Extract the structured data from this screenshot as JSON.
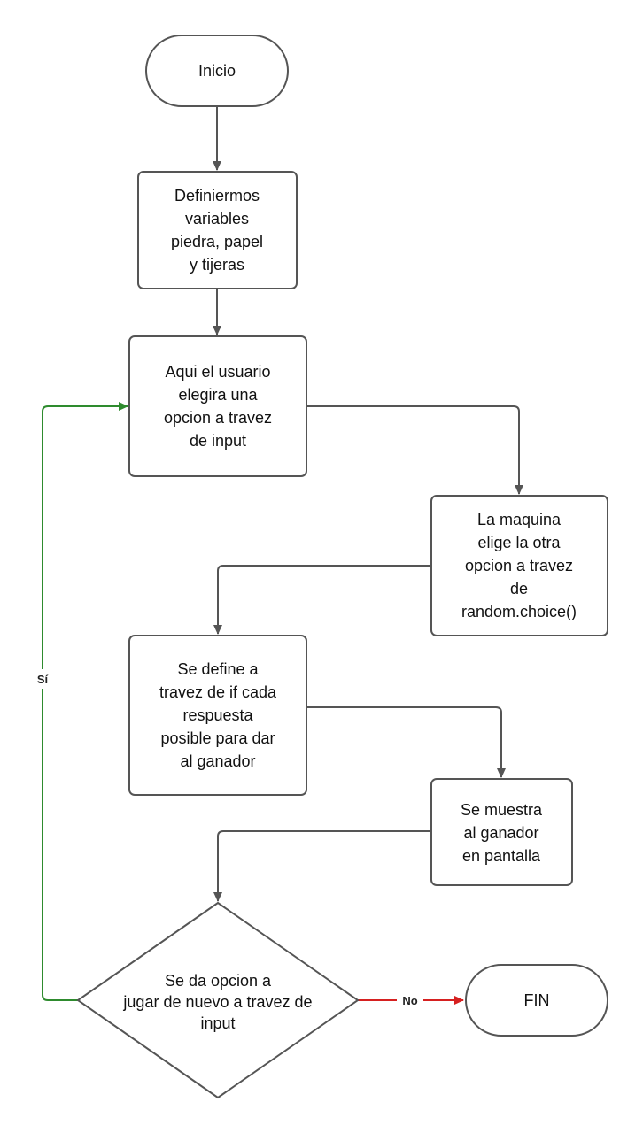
{
  "nodes": {
    "inicio": {
      "lines": [
        "Inicio"
      ]
    },
    "definir": {
      "lines": [
        "Definiermos",
        "variables",
        "piedra, papel",
        "y tijeras"
      ]
    },
    "usuario": {
      "lines": [
        "Aqui el usuario",
        "elegira una",
        "opcion a travez",
        "de input"
      ]
    },
    "maquina": {
      "lines": [
        "La maquina",
        "elige la otra",
        "opcion a travez",
        "de",
        "random.choice()"
      ]
    },
    "define_if": {
      "lines": [
        "Se define a",
        "travez de if cada",
        "respuesta",
        "posible para dar",
        "al ganador"
      ]
    },
    "muestra": {
      "lines": [
        "Se muestra",
        "al ganador",
        "en pantalla"
      ]
    },
    "decision": {
      "lines": [
        "Se da opcion a",
        "jugar de nuevo a travez de",
        "input"
      ]
    },
    "fin": {
      "lines": [
        "FIN"
      ]
    }
  },
  "edges": {
    "si_label": "Sí",
    "no_label": "No"
  },
  "colors": {
    "stroke": "#555555",
    "yes_edge": "#2e8b2e",
    "no_edge": "#d62020"
  }
}
